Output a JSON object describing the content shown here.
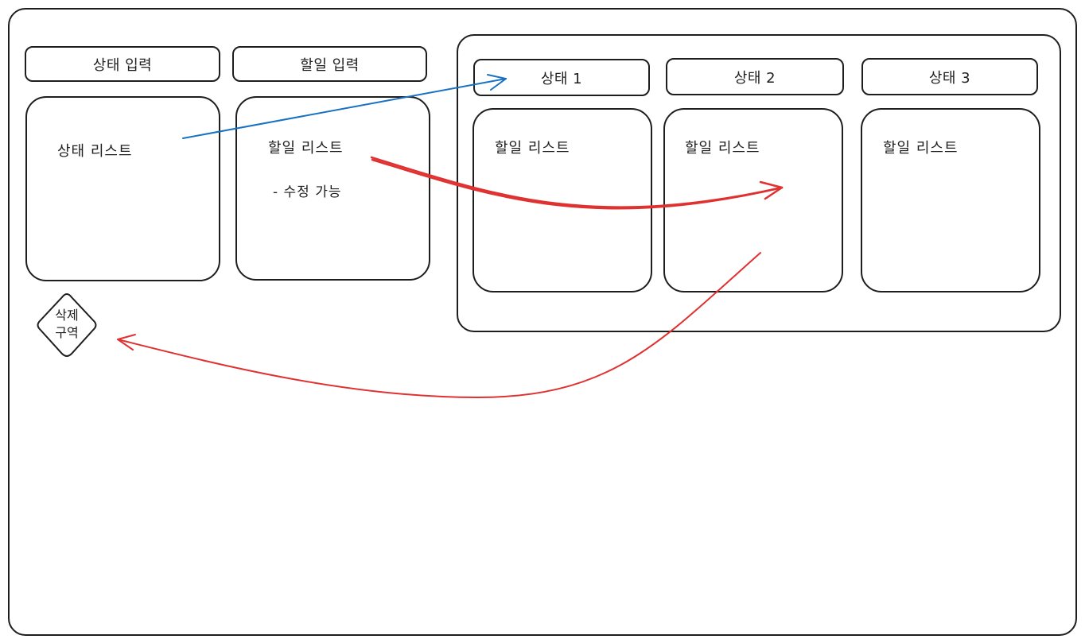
{
  "inputs": {
    "status_input": "상태 입력",
    "todo_input": "할일 입력"
  },
  "left_panels": {
    "status_list": "상태 리스트",
    "todo_list": "할일 리스트",
    "todo_note": "- 수정 가능"
  },
  "columns": [
    {
      "header": "상태 1",
      "list_label": "할일 리스트"
    },
    {
      "header": "상태 2",
      "list_label": "할일 리스트"
    },
    {
      "header": "상태 3",
      "list_label": "할일 리스트"
    }
  ],
  "delete_zone": {
    "line1": "삭제",
    "line2": "구역"
  },
  "colors": {
    "stroke": "#1e1e1e",
    "blue_arrow": "#1971c2",
    "red_arrow": "#e03131"
  }
}
